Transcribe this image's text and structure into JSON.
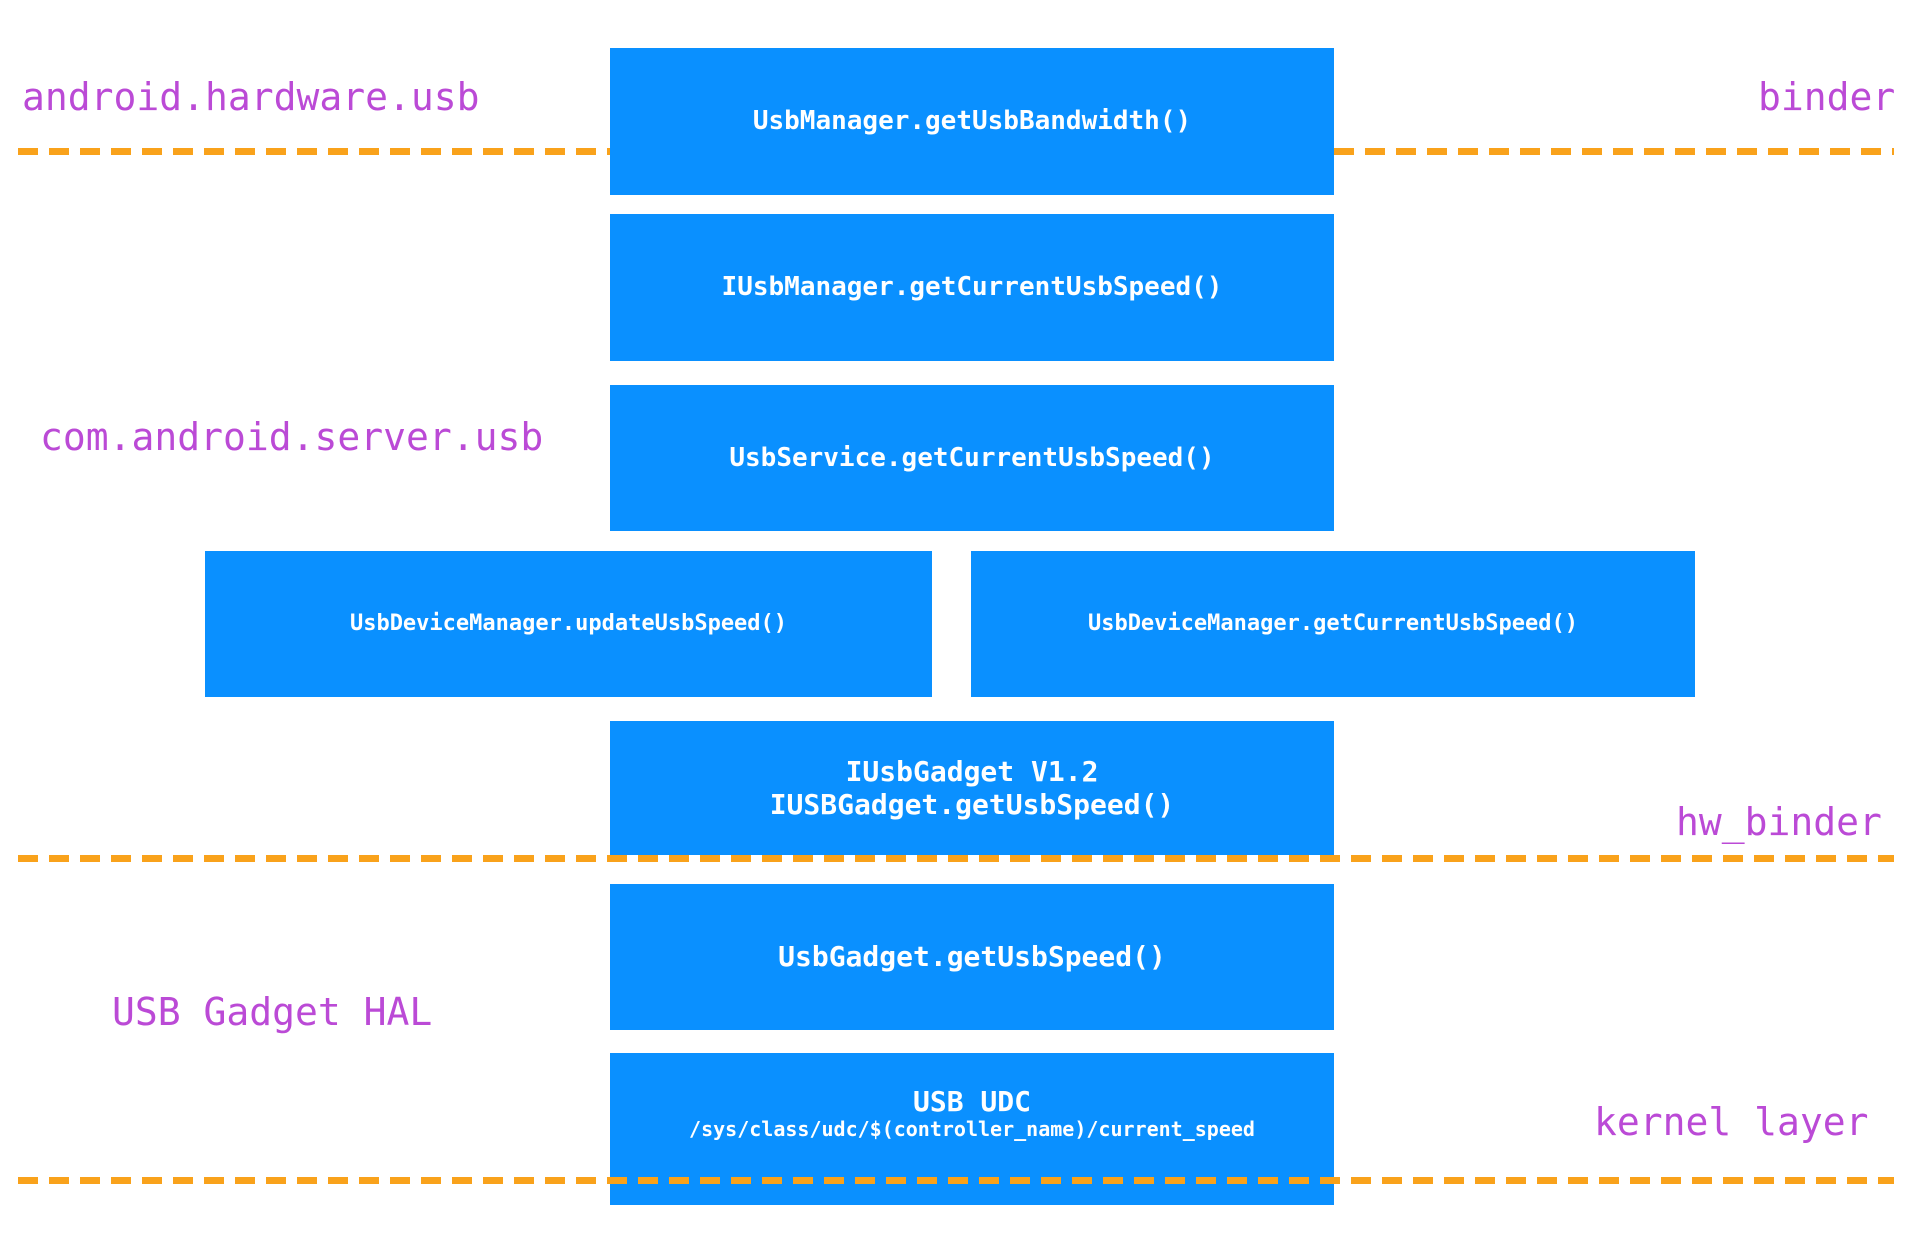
{
  "diagram": {
    "title": "Android USB Speed Query Call Stack",
    "colors": {
      "box_fill": "#0a90ff",
      "box_text": "#ffffff",
      "label_text": "#bb4ad6",
      "divider": "#f9a21b",
      "background": "#ffffff"
    },
    "boxes": [
      {
        "id": "usbmanager-getusbbandwidth",
        "line1": "UsbManager.getUsbBandwidth()",
        "line2": ""
      },
      {
        "id": "iusbmanager-getcurrentusbspeed",
        "line1": "IUsbManager.getCurrentUsbSpeed()",
        "line2": ""
      },
      {
        "id": "usbservice-getcurrentusbspeed",
        "line1": "UsbService.getCurrentUsbSpeed()",
        "line2": ""
      },
      {
        "id": "usbdevicemanager-updateusbspeed",
        "line1": "UsbDeviceManager.updateUsbSpeed()",
        "line2": ""
      },
      {
        "id": "usbdevicemanager-getcurrentusbspeed",
        "line1": "UsbDeviceManager.getCurrentUsbSpeed()",
        "line2": ""
      },
      {
        "id": "iusbgadget",
        "line1": "IUsbGadget V1.2",
        "line2": "IUSBGadget.getUsbSpeed()"
      },
      {
        "id": "usbgadget-getusbspeed",
        "line1": "UsbGadget.getUsbSpeed()",
        "line2": ""
      },
      {
        "id": "usb-udc",
        "line1": "USB UDC",
        "line2": "/sys/class/udc/$(controller_name)/current_speed"
      }
    ],
    "labels": [
      {
        "id": "android-hardware-usb",
        "text": "android.hardware.usb"
      },
      {
        "id": "binder",
        "text": "binder"
      },
      {
        "id": "com-android-server-usb",
        "text": "com.android.server.usb"
      },
      {
        "id": "hw-binder",
        "text": "hw_binder"
      },
      {
        "id": "usb-gadget-hal",
        "text": "USB Gadget HAL"
      },
      {
        "id": "kernel-layer",
        "text": "kernel layer"
      }
    ],
    "dividers": [
      {
        "id": "binder-divider-left"
      },
      {
        "id": "binder-divider-right"
      },
      {
        "id": "hw-binder-divider"
      },
      {
        "id": "kernel-layer-divider"
      }
    ]
  }
}
